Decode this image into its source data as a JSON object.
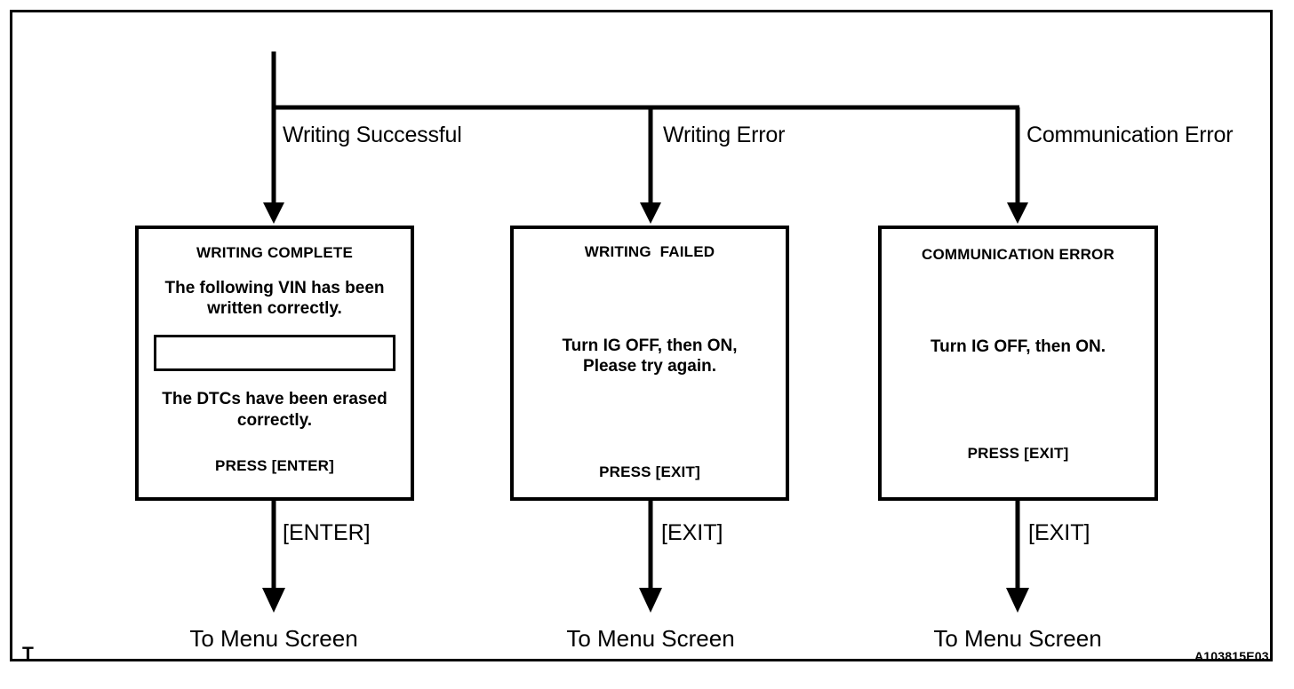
{
  "figure": {
    "code": "A103815E03",
    "corner_marker": "T"
  },
  "branches": [
    {
      "label": "Writing Successful"
    },
    {
      "label": "Writing Error"
    },
    {
      "label": "Communication Error"
    }
  ],
  "screens": [
    {
      "title": "WRITING COMPLETE",
      "body_line_1": "The following VIN has been\nwritten correctly.",
      "vin_field_value": "",
      "body_line_2": "The DTCs have been erased\ncorrectly.",
      "prompt": "PRESS [ENTER]",
      "key": "[ENTER]",
      "terminal": "To Menu Screen"
    },
    {
      "title": "WRITING  FAILED",
      "body_line_1": "Turn IG OFF, then ON,\nPlease try again.",
      "prompt": "PRESS [EXIT]",
      "key": "[EXIT]",
      "terminal": "To Menu Screen"
    },
    {
      "title": "COMMUNICATION ERROR",
      "body_line_1": "Turn IG OFF, then ON.",
      "prompt": "PRESS [EXIT]",
      "key": "[EXIT]",
      "terminal": "To Menu Screen"
    }
  ],
  "colors": {
    "ink": "#000000",
    "paper": "#ffffff"
  }
}
